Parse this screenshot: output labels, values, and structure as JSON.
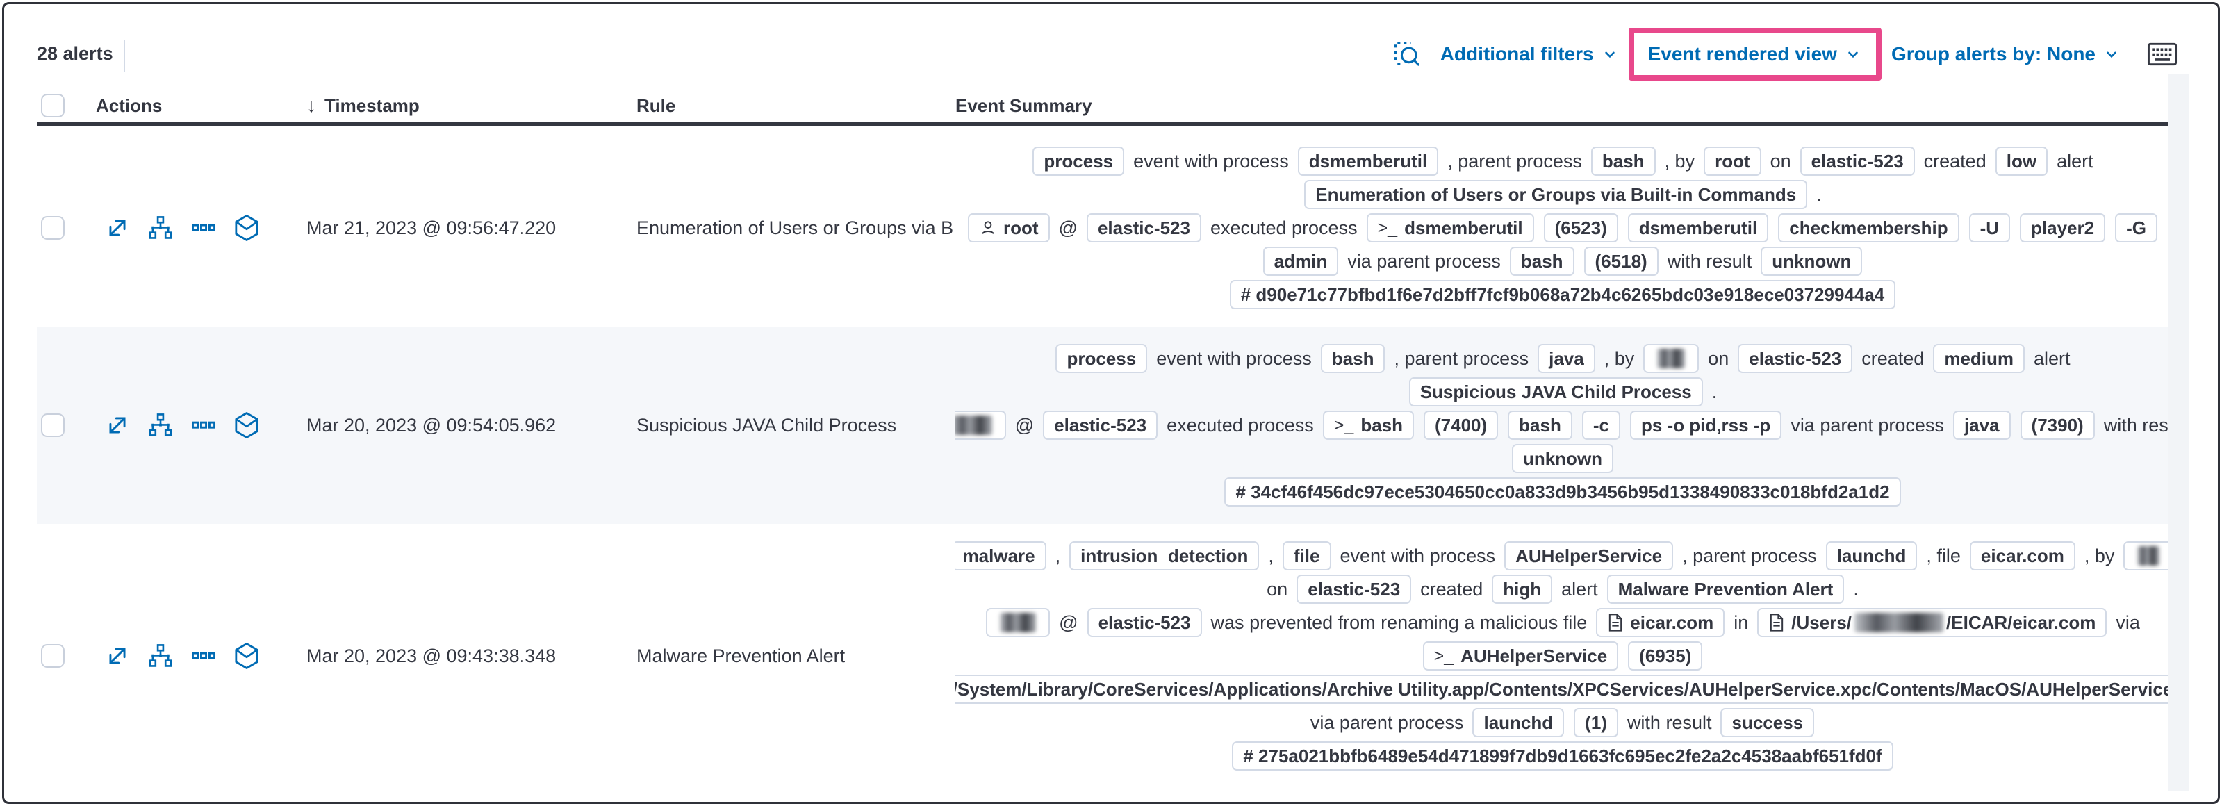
{
  "header": {
    "alerts_count": "28 alerts"
  },
  "toolbar": {
    "additional_filters": "Additional filters",
    "view_selector": "Event rendered view",
    "group_by": "Group alerts by: None"
  },
  "icons": {
    "inspect": "magnifier-with-dashed-frame",
    "keyboard": "keyboard-fullscreen",
    "sort": "arrow-down",
    "expand": "expand-diagonal-arrow",
    "analyzer": "process-tree",
    "more": "boxes-horizontal",
    "session": "cube-chevron",
    "user": "person",
    "terminal": "prompt",
    "file": "document"
  },
  "colors": {
    "highlight_pink": "#e8488b",
    "link_blue": "#006bb4",
    "text": "#343741",
    "badge_border": "#d3dae6",
    "stripe": "#f5f7fa",
    "header_rule": "#343741"
  },
  "table": {
    "columns": [
      "Actions",
      "Timestamp",
      "Rule",
      "Event Summary"
    ],
    "rows": [
      {
        "timestamp": "Mar 21, 2023 @ 09:56:47.220",
        "rule": "Enumeration of Users or Groups via Bui",
        "summary": [
          [
            {
              "type": "badge",
              "value": "process"
            },
            {
              "type": "text",
              "value": "event with process"
            },
            {
              "type": "badge",
              "value": "dsmemberutil"
            },
            {
              "type": "text",
              "value": ", parent process"
            },
            {
              "type": "badge",
              "value": "bash"
            },
            {
              "type": "text",
              "value": ", by"
            },
            {
              "type": "badge",
              "value": "root"
            },
            {
              "type": "text",
              "value": "on"
            },
            {
              "type": "badge",
              "value": "elastic-523"
            },
            {
              "type": "text",
              "value": "created"
            },
            {
              "type": "badge",
              "value": "low"
            },
            {
              "type": "text",
              "value": "alert"
            }
          ],
          [
            {
              "type": "badge",
              "value": "Enumeration of Users or Groups via Built-in Commands"
            },
            {
              "type": "text",
              "value": "."
            }
          ],
          [
            {
              "type": "badge",
              "value": "root",
              "icon": "user"
            },
            {
              "type": "text",
              "value": "@"
            },
            {
              "type": "badge",
              "value": "elastic-523"
            },
            {
              "type": "text",
              "value": "executed process"
            },
            {
              "type": "badge",
              "value": "dsmemberutil",
              "icon": "terminal"
            },
            {
              "type": "badge",
              "value": "(6523)"
            },
            {
              "type": "badge",
              "value": "dsmemberutil"
            },
            {
              "type": "badge",
              "value": "checkmembership"
            },
            {
              "type": "badge",
              "value": "-U"
            },
            {
              "type": "badge",
              "value": "player2"
            },
            {
              "type": "badge",
              "value": "-G"
            }
          ],
          [
            {
              "type": "badge",
              "value": "admin"
            },
            {
              "type": "text",
              "value": "via parent process"
            },
            {
              "type": "badge",
              "value": "bash"
            },
            {
              "type": "badge",
              "value": "(6518)"
            },
            {
              "type": "text",
              "value": "with result"
            },
            {
              "type": "badge",
              "value": "unknown"
            }
          ],
          [
            {
              "type": "badge",
              "value": "# d90e71c77bfbd1f6e7d2bff7fcf9b068a72b4c6265bdc03e918ece03729944a4"
            }
          ]
        ]
      },
      {
        "timestamp": "Mar 20, 2023 @ 09:54:05.962",
        "rule": "Suspicious JAVA Child Process",
        "summary": [
          [
            {
              "type": "badge",
              "value": "process"
            },
            {
              "type": "text",
              "value": "event with process"
            },
            {
              "type": "badge",
              "value": "bash"
            },
            {
              "type": "text",
              "value": ", parent process"
            },
            {
              "type": "badge",
              "value": "java"
            },
            {
              "type": "text",
              "value": ", by"
            },
            {
              "type": "badge",
              "blur": 40
            },
            {
              "type": "text",
              "value": "on"
            },
            {
              "type": "badge",
              "value": "elastic-523"
            },
            {
              "type": "text",
              "value": "created"
            },
            {
              "type": "badge",
              "value": "medium"
            },
            {
              "type": "text",
              "value": "alert"
            }
          ],
          [
            {
              "type": "badge",
              "value": "Suspicious JAVA Child Process"
            },
            {
              "type": "text",
              "value": "."
            }
          ],
          [
            {
              "type": "badge",
              "blur": 58
            },
            {
              "type": "text",
              "value": "@"
            },
            {
              "type": "badge",
              "value": "elastic-523"
            },
            {
              "type": "text",
              "value": "executed process"
            },
            {
              "type": "badge",
              "value": "bash",
              "icon": "terminal"
            },
            {
              "type": "badge",
              "value": "(7400)"
            },
            {
              "type": "badge",
              "value": "bash"
            },
            {
              "type": "badge",
              "value": "-c"
            },
            {
              "type": "badge",
              "value": "ps -o pid,rss -p"
            },
            {
              "type": "text",
              "value": "via parent process"
            },
            {
              "type": "badge",
              "value": "java"
            },
            {
              "type": "badge",
              "value": "(7390)"
            },
            {
              "type": "text",
              "value": "with result"
            }
          ],
          [
            {
              "type": "badge",
              "value": "unknown"
            }
          ],
          [
            {
              "type": "badge",
              "value": "# 34cf46f456dc97ece5304650cc0a833d9b3456b95d1338490833c018bfd2a1d2"
            }
          ]
        ]
      },
      {
        "timestamp": "Mar 20, 2023 @ 09:43:38.348",
        "rule": "Malware Prevention Alert",
        "summary": [
          [
            {
              "type": "badge",
              "value": "malware"
            },
            {
              "type": "text",
              "value": ","
            },
            {
              "type": "badge",
              "value": "intrusion_detection"
            },
            {
              "type": "text",
              "value": ","
            },
            {
              "type": "badge",
              "value": "file"
            },
            {
              "type": "text",
              "value": "event with process"
            },
            {
              "type": "badge",
              "value": "AUHelperService"
            },
            {
              "type": "text",
              "value": ", parent process"
            },
            {
              "type": "badge",
              "value": "launchd"
            },
            {
              "type": "text",
              "value": ", file"
            },
            {
              "type": "badge",
              "value": "eicar.com"
            },
            {
              "type": "text",
              "value": ", by"
            },
            {
              "type": "badge",
              "blur": 32
            }
          ],
          [
            {
              "type": "text",
              "value": "on"
            },
            {
              "type": "badge",
              "value": "elastic-523"
            },
            {
              "type": "text",
              "value": "created"
            },
            {
              "type": "badge",
              "value": "high"
            },
            {
              "type": "text",
              "value": "alert"
            },
            {
              "type": "badge",
              "value": "Malware Prevention Alert"
            },
            {
              "type": "text",
              "value": "."
            }
          ],
          [
            {
              "type": "badge",
              "blur": 52
            },
            {
              "type": "text",
              "value": "@"
            },
            {
              "type": "badge",
              "value": "elastic-523"
            },
            {
              "type": "text",
              "value": "was prevented from renaming a malicious file"
            },
            {
              "type": "badge",
              "value": "eicar.com",
              "icon": "file"
            },
            {
              "type": "text",
              "value": "in"
            },
            {
              "type": "badge",
              "icon": "file",
              "parts": [
                {
                  "value": "/Users/"
                },
                {
                  "blur": 128
                },
                {
                  "value": "/EICAR/eicar.com"
                }
              ]
            },
            {
              "type": "text",
              "value": "via"
            }
          ],
          [
            {
              "type": "badge",
              "value": "AUHelperService",
              "icon": "terminal"
            },
            {
              "type": "badge",
              "value": "(6935)"
            }
          ],
          [
            {
              "type": "badge",
              "value": "/System/Library/CoreServices/Applications/Archive Utility.app/Contents/XPCServices/AUHelperService.xpc/Contents/MacOS/AUHelperService"
            }
          ],
          [
            {
              "type": "text",
              "value": "via parent process"
            },
            {
              "type": "badge",
              "value": "launchd"
            },
            {
              "type": "badge",
              "value": "(1)"
            },
            {
              "type": "text",
              "value": "with result"
            },
            {
              "type": "badge",
              "value": "success"
            }
          ],
          [
            {
              "type": "badge",
              "value": "# 275a021bbfb6489e54d471899f7db9d1663fc695ec2fe2a2c4538aabf651fd0f"
            }
          ]
        ]
      }
    ]
  }
}
